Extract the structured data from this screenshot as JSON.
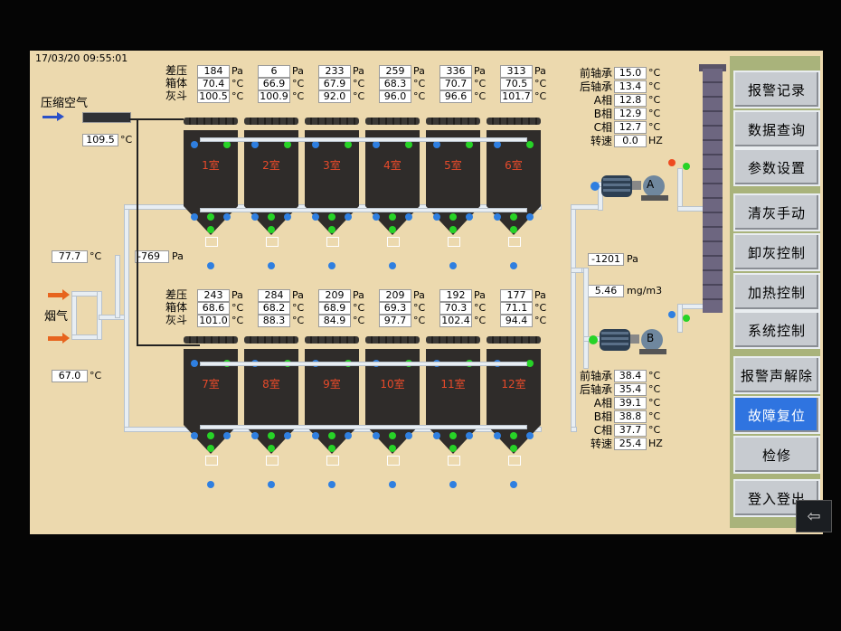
{
  "timestamp": "17/03/20 09:55:01",
  "air": {
    "label": "压缩空气",
    "temp": "109.5",
    "unit": "°C"
  },
  "flue": {
    "label": "烟气",
    "temp_in": "77.7",
    "temp_out": "67.0",
    "unit": "°C",
    "pressure": "-769",
    "pressure_unit": "Pa"
  },
  "row_labels": {
    "diff": "差压",
    "box": "箱体",
    "hopper": "灰斗"
  },
  "units": {
    "pa": "Pa",
    "c": "°C",
    "hz": "HZ",
    "mg": "mg/m3"
  },
  "top_rooms": [
    {
      "name": "1室",
      "diff": "184",
      "box": "70.4",
      "hopper": "100.5"
    },
    {
      "name": "2室",
      "diff": "6",
      "box": "66.9",
      "hopper": "100.9"
    },
    {
      "name": "3室",
      "diff": "233",
      "box": "67.9",
      "hopper": "92.0"
    },
    {
      "name": "4室",
      "diff": "259",
      "box": "68.3",
      "hopper": "96.0"
    },
    {
      "name": "5室",
      "diff": "336",
      "box": "70.7",
      "hopper": "96.6"
    },
    {
      "name": "6室",
      "diff": "313",
      "box": "70.5",
      "hopper": "101.7"
    }
  ],
  "bottom_rooms": [
    {
      "name": "7室",
      "diff": "243",
      "box": "68.6",
      "hopper": "101.0"
    },
    {
      "name": "8室",
      "diff": "284",
      "box": "68.2",
      "hopper": "88.3"
    },
    {
      "name": "9室",
      "diff": "209",
      "box": "68.9",
      "hopper": "84.9"
    },
    {
      "name": "10室",
      "diff": "209",
      "box": "69.3",
      "hopper": "97.7"
    },
    {
      "name": "11室",
      "diff": "192",
      "box": "70.3",
      "hopper": "102.4"
    },
    {
      "name": "12室",
      "diff": "177",
      "box": "71.1",
      "hopper": "94.4"
    }
  ],
  "fan_a": {
    "label": "A",
    "front": "15.0",
    "rear": "13.4",
    "pa": "12.8",
    "pb": "12.9",
    "pc": "12.7",
    "speed": "0.0"
  },
  "fan_b": {
    "label": "B",
    "front": "38.4",
    "rear": "35.4",
    "pa": "39.1",
    "pb": "38.8",
    "pc": "37.7",
    "speed": "25.4"
  },
  "fan_labels": {
    "front": "前轴承",
    "rear": "后轴承",
    "pa": "A相",
    "pb": "B相",
    "pc": "C相",
    "speed": "转速"
  },
  "outlet": {
    "pressure": "-1201",
    "dust": "5.46"
  },
  "menu": [
    "报警记录",
    "数据查询",
    "参数设置",
    "清灰手动",
    "卸灰控制",
    "加热控制",
    "系统控制",
    "报警声解除",
    "故障复位",
    "检修",
    "登入登出"
  ],
  "colors": {
    "running": "#27d327",
    "stopped": "#2f7fe0",
    "fault": "#ee4a20",
    "active_button": "#2f74e0"
  }
}
